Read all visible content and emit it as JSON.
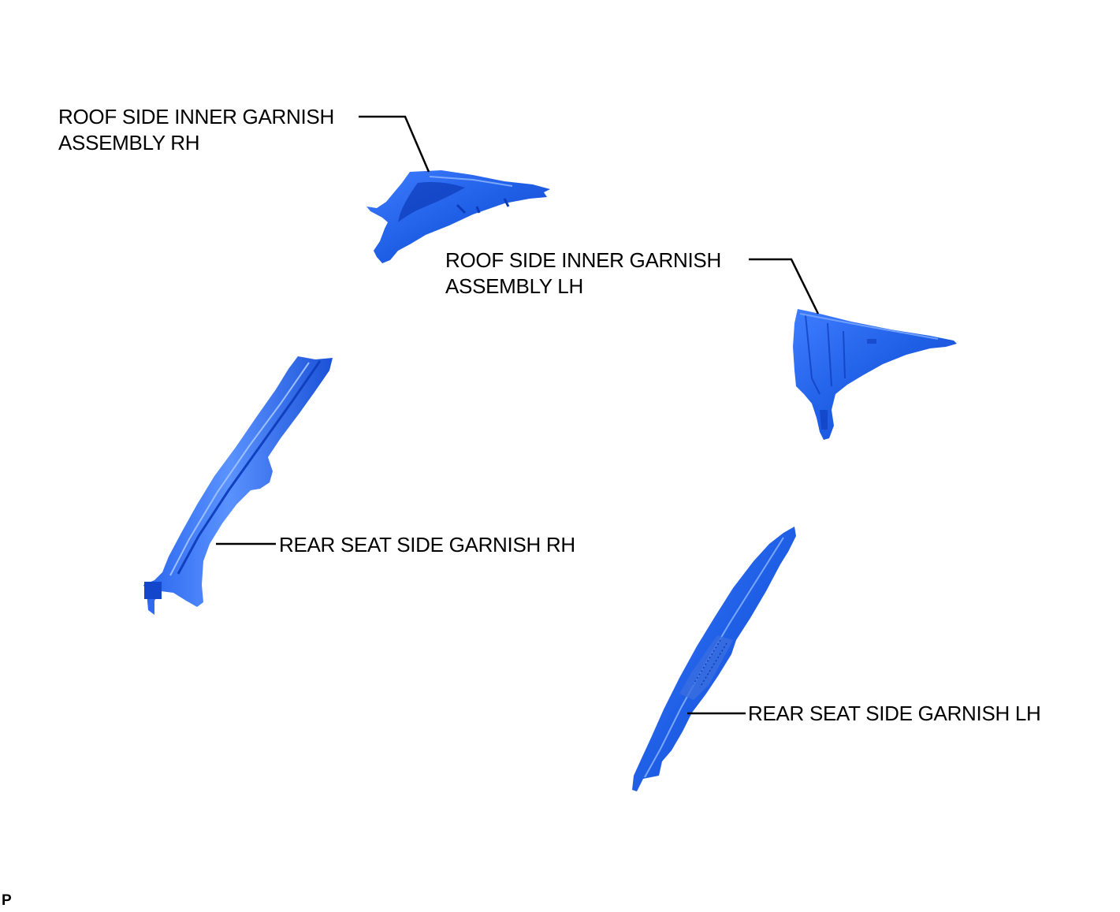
{
  "diagram": {
    "colors": {
      "part_fill": "#1f5fe6",
      "part_dark": "#0d3bb8",
      "part_light": "#5f97ff",
      "leader": "#000000"
    },
    "labels": {
      "roof_rh_line1": "ROOF SIDE INNER GARNISH",
      "roof_rh_line2": "ASSEMBLY RH",
      "roof_lh_line1": "ROOF SIDE INNER GARNISH",
      "roof_lh_line2": "ASSEMBLY LH",
      "rear_rh": "REAR SEAT SIDE GARNISH RH",
      "rear_lh": "REAR SEAT SIDE GARNISH LH"
    },
    "corner_mark": "P"
  }
}
